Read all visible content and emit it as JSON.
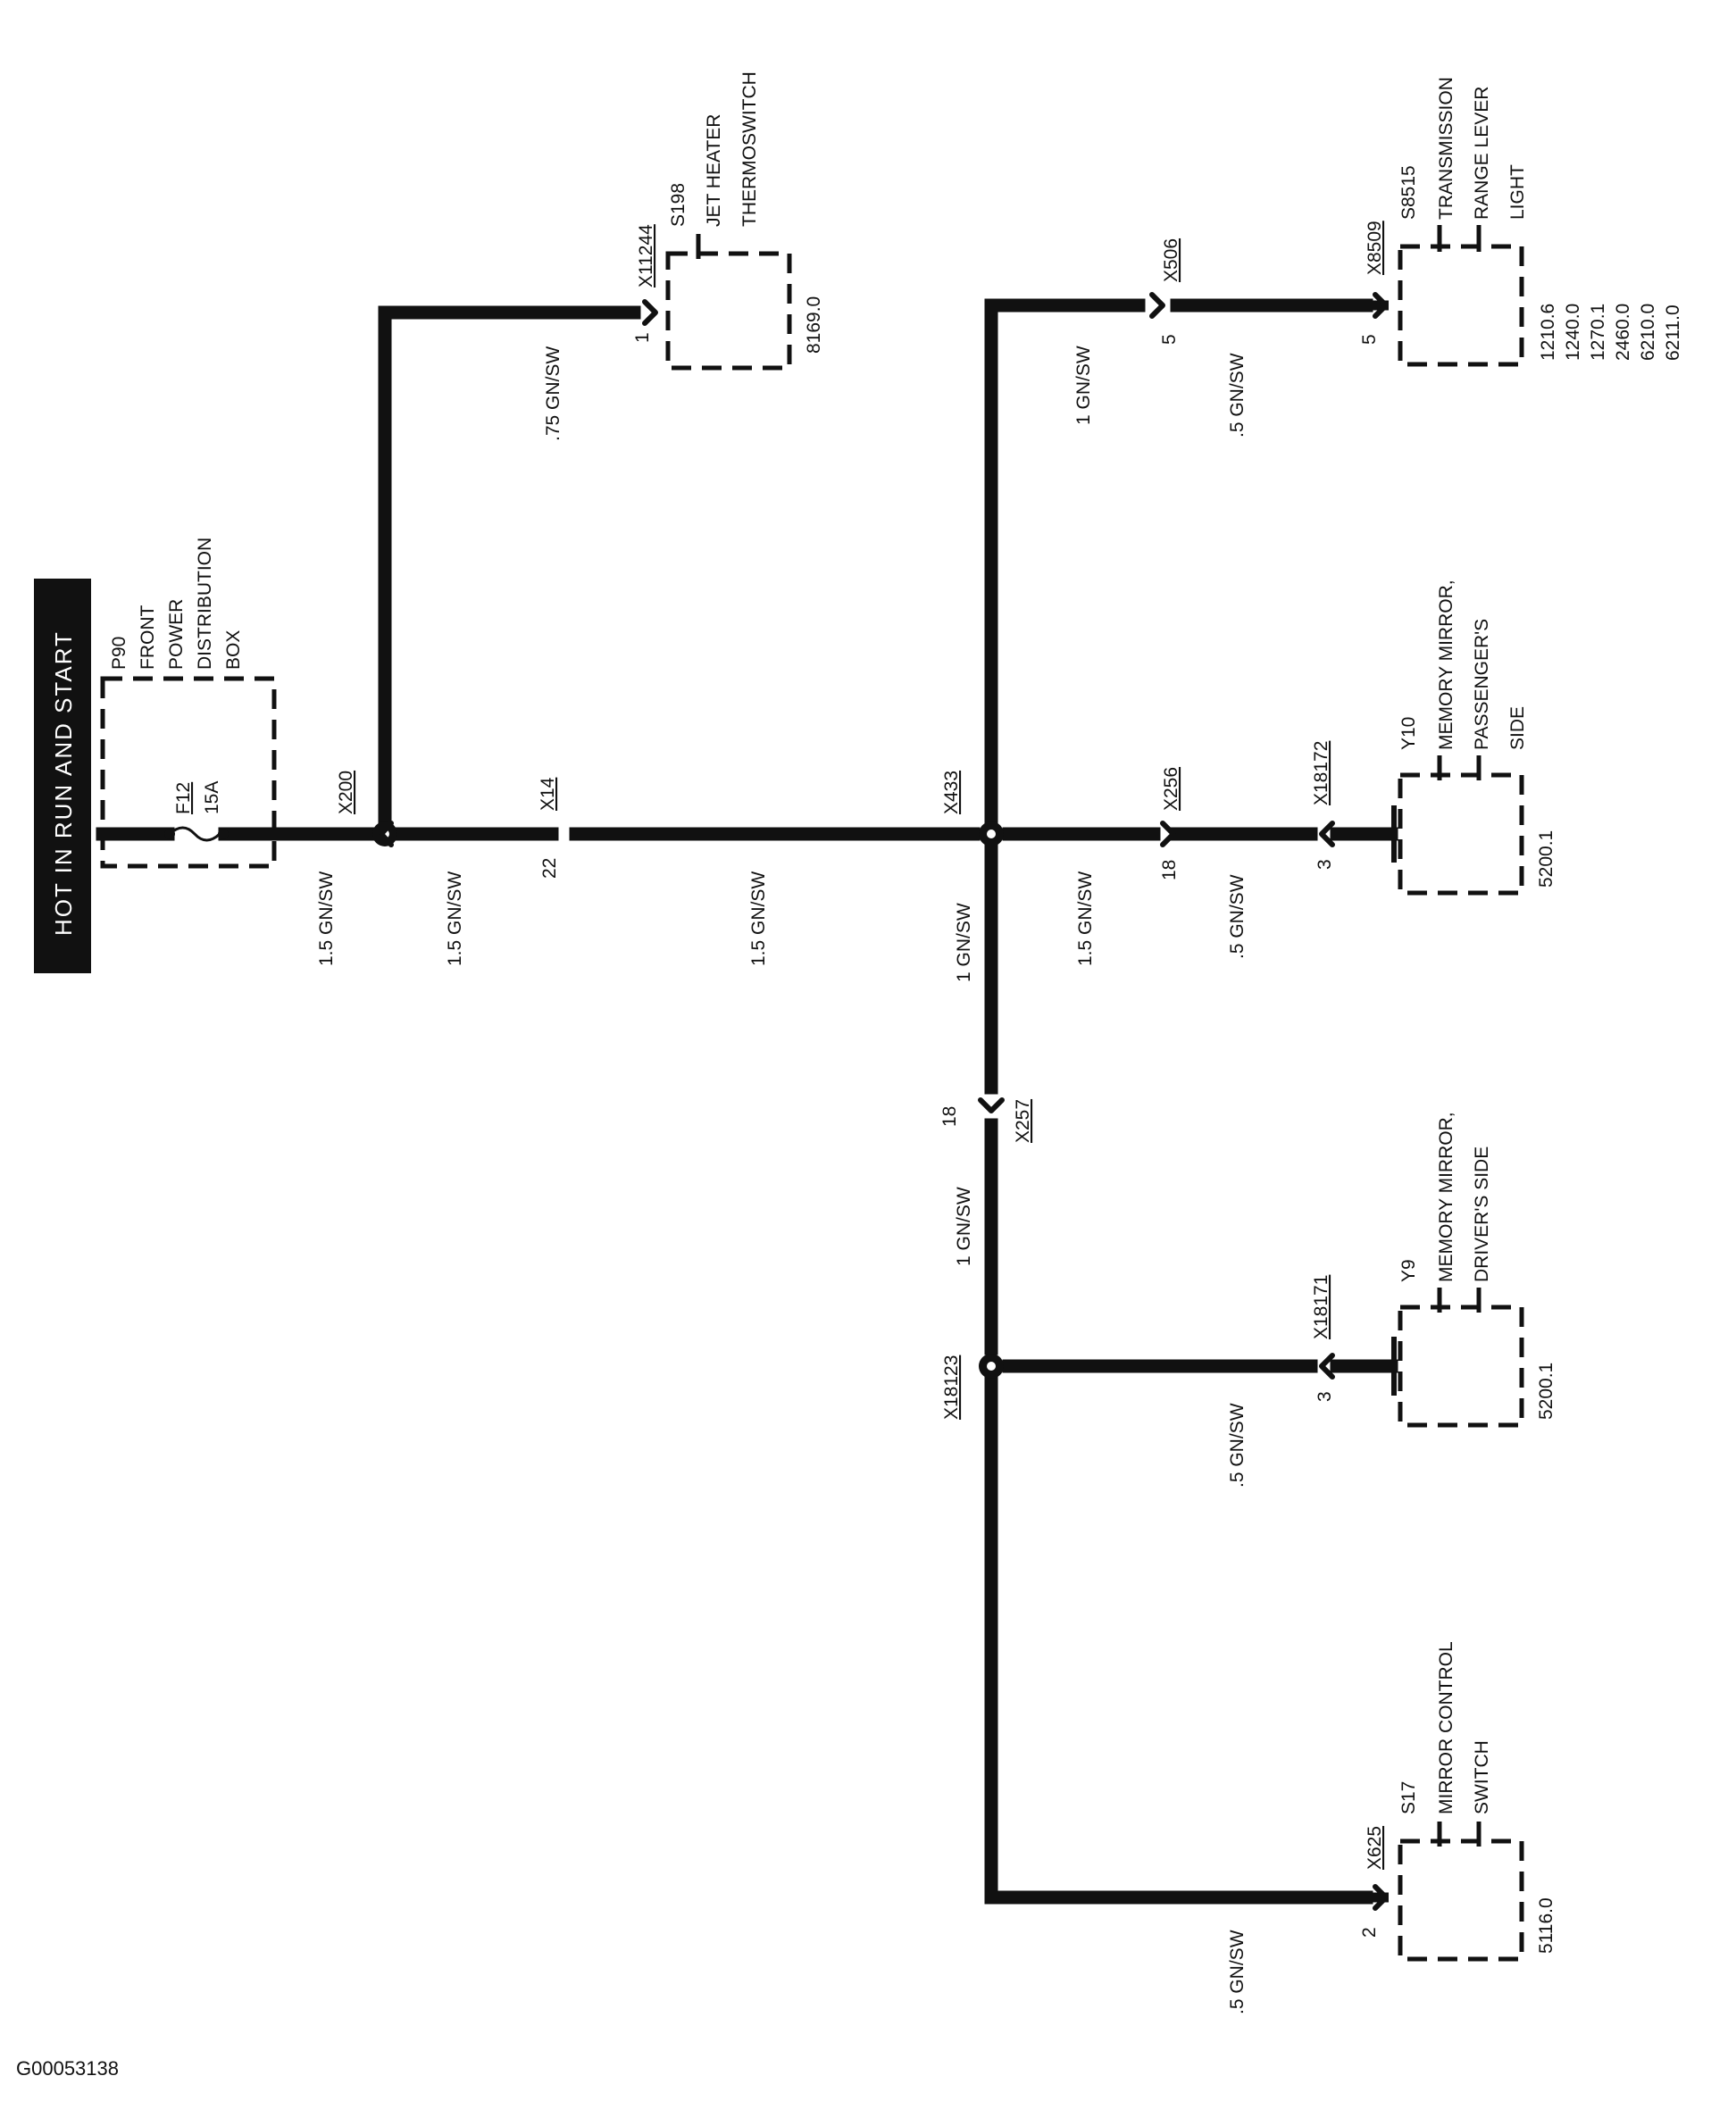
{
  "header": {
    "text": "HOT IN RUN AND START"
  },
  "footer": {
    "figure_id": "G00053138"
  },
  "components": {
    "p90": {
      "id": "P90",
      "lines": [
        "FRONT",
        "POWER",
        "DISTRIBUTION",
        "BOX"
      ]
    },
    "fuse": {
      "id": "F12",
      "rating": "15A"
    },
    "s198": {
      "id": "S198",
      "lines": [
        "JET HEATER",
        "THERMOSWITCH"
      ],
      "ref": "8169.0"
    },
    "s8515": {
      "id": "S8515",
      "lines": [
        "TRANSMISSION",
        "RANGE LEVER",
        "LIGHT"
      ],
      "refs": [
        "1210.6",
        "1240.0",
        "1270.1",
        "2460.0",
        "6210.0",
        "6211.0"
      ]
    },
    "y10": {
      "id": "Y10",
      "lines": [
        "MEMORY MIRROR,",
        "PASSENGER'S",
        "SIDE"
      ],
      "ref": "5200.1"
    },
    "y9": {
      "id": "Y9",
      "lines": [
        "MEMORY MIRROR,",
        "DRIVER'S SIDE"
      ],
      "ref": "5200.1"
    },
    "s17": {
      "id": "S17",
      "lines": [
        "MIRROR CONTROL",
        "SWITCH"
      ],
      "ref": "5116.0"
    }
  },
  "connectors": {
    "x200": "X200",
    "x14": "X14",
    "x433": "X433",
    "x11244": "X11244",
    "x506": "X506",
    "x8509": "X8509",
    "x256": "X256",
    "x18172": "X18172",
    "x257": "X257",
    "x18123": "X18123",
    "x18171": "X18171",
    "x625": "X625"
  },
  "pins": {
    "x14": "22",
    "x11244": "1",
    "x506": "5",
    "x8509": "5",
    "x256": "18",
    "x18172": "3",
    "x257": "18",
    "x18171": "3",
    "x625": "2"
  },
  "wires": {
    "main_1": "1.5 GN/SW",
    "main_2": "1.5 GN/SW",
    "main_3": "1.5 GN/SW",
    "to_s198": ".75 GN/SW",
    "x433_up": "1 GN/SW",
    "x506_x8509": ".5 GN/SW",
    "x433_x256": "1.5 GN/SW",
    "x256_x18172": ".5 GN/SW",
    "x433_down": "1 GN/SW",
    "x257_down": "1 GN/SW",
    "to_y9": ".5 GN/SW",
    "to_s17": ".5 GN/SW"
  }
}
